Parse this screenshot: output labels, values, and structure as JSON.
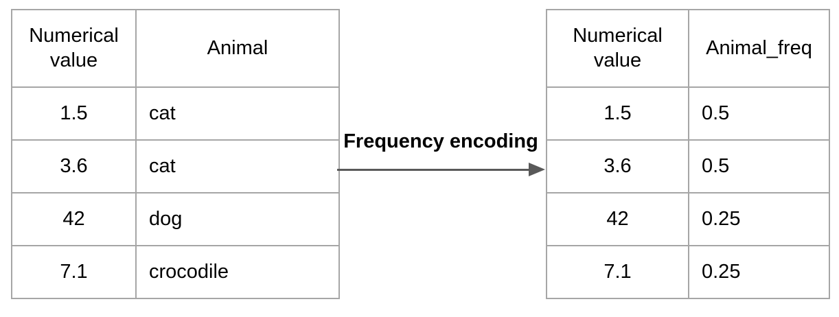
{
  "figure": {
    "arrow_label": "Frequency encoding"
  },
  "left_table": {
    "title": "original-data-table",
    "headers": [
      "Numerical value",
      "Animal"
    ],
    "rows": [
      [
        "1.5",
        "cat"
      ],
      [
        "3.6",
        "cat"
      ],
      [
        "42",
        "dog"
      ],
      [
        "7.1",
        "crocodile"
      ]
    ]
  },
  "right_table": {
    "title": "encoded-data-table",
    "headers": [
      "Numerical value",
      "Animal_freq"
    ],
    "rows": [
      [
        "1.5",
        "0.5"
      ],
      [
        "3.6",
        "0.5"
      ],
      [
        "42",
        "0.25"
      ],
      [
        "7.1",
        "0.25"
      ]
    ]
  },
  "colors": {
    "table_border": "#a6a6a6",
    "arrow": "#595959",
    "text": "#000000",
    "background": "#ffffff"
  }
}
